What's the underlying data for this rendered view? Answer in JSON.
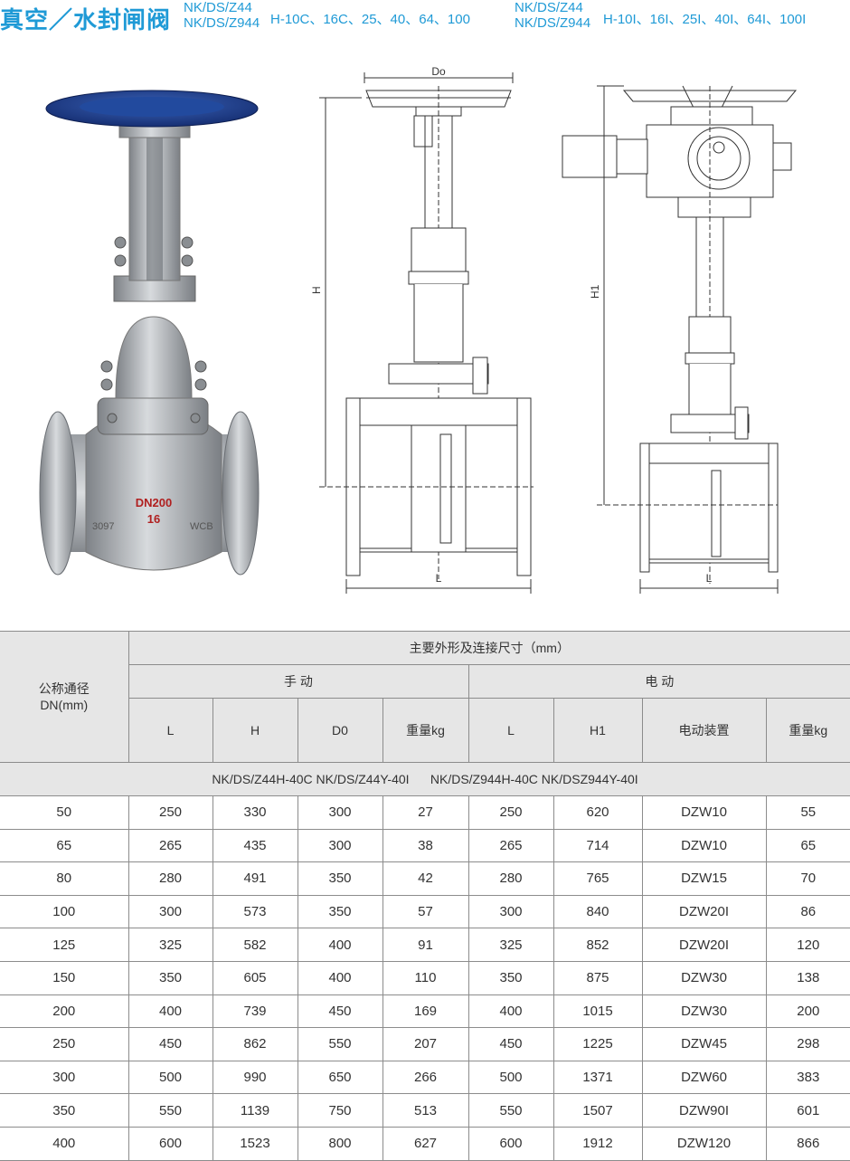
{
  "title": {
    "main": "真空／水封闸阀",
    "model_a1": "NK/DS/Z44",
    "model_a2": "NK/DS/Z944",
    "press_a": "H-10C、16C、25、40、64、100",
    "model_b1": "NK/DS/Z44",
    "model_b2": "NK/DS/Z944",
    "press_b": "H-10I、16I、25I、40I、64I、100I"
  },
  "photo": {
    "marking_size": "DN200",
    "marking_pn": "16",
    "marking_left": "3097",
    "marking_right": "WCB"
  },
  "drawing_manual": {
    "d0_label": "Do",
    "h_label": "H",
    "l_label": "L"
  },
  "drawing_electric": {
    "h1_label": "H1",
    "l_label": "L"
  },
  "table": {
    "col_dn": "公称通径\nDN(mm)",
    "group_header": "主要外形及连接尺寸（mm）",
    "manual_header": "手  动",
    "electric_header": "电  动",
    "manual_cols": [
      "L",
      "H",
      "D0",
      "重量kg"
    ],
    "electric_cols": [
      "L",
      "H1",
      "电动装置",
      "重量kg"
    ],
    "series_note": "NK/DS/Z44H-40C NK/DS/Z44Y-40I      NK/DS/Z944H-40C NK/DSZ944Y-40I",
    "rows": [
      [
        "50",
        "250",
        "330",
        "300",
        "27",
        "250",
        "620",
        "DZW10",
        "55"
      ],
      [
        "65",
        "265",
        "435",
        "300",
        "38",
        "265",
        "714",
        "DZW10",
        "65"
      ],
      [
        "80",
        "280",
        "491",
        "350",
        "42",
        "280",
        "765",
        "DZW15",
        "70"
      ],
      [
        "100",
        "300",
        "573",
        "350",
        "57",
        "300",
        "840",
        "DZW20I",
        "86"
      ],
      [
        "125",
        "325",
        "582",
        "400",
        "91",
        "325",
        "852",
        "DZW20I",
        "120"
      ],
      [
        "150",
        "350",
        "605",
        "400",
        "110",
        "350",
        "875",
        "DZW30",
        "138"
      ],
      [
        "200",
        "400",
        "739",
        "450",
        "169",
        "400",
        "1015",
        "DZW30",
        "200"
      ],
      [
        "250",
        "450",
        "862",
        "550",
        "207",
        "450",
        "1225",
        "DZW45",
        "298"
      ],
      [
        "300",
        "500",
        "990",
        "650",
        "266",
        "500",
        "1371",
        "DZW60",
        "383"
      ],
      [
        "350",
        "550",
        "1139",
        "750",
        "513",
        "550",
        "1507",
        "DZW90I",
        "601"
      ],
      [
        "400",
        "600",
        "1523",
        "800",
        "627",
        "600",
        "1912",
        "DZW120",
        "866"
      ]
    ]
  }
}
